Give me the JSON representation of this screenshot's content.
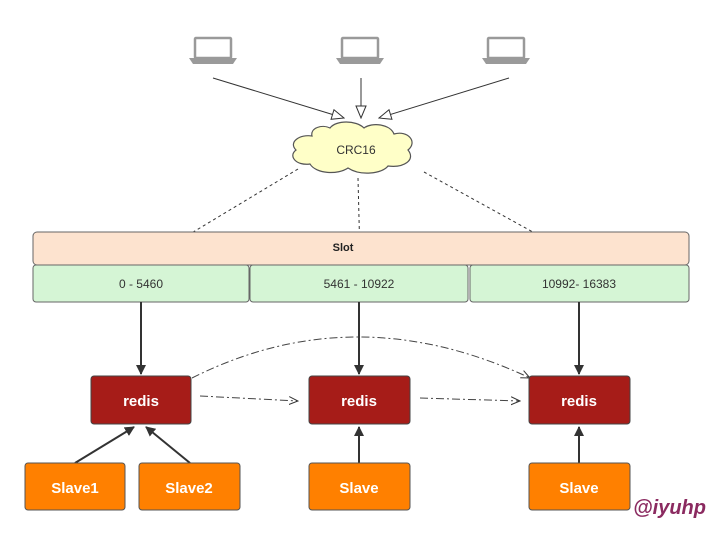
{
  "clients": [
    {
      "icon": "laptop-icon"
    },
    {
      "icon": "laptop-icon"
    },
    {
      "icon": "laptop-icon"
    }
  ],
  "hash": {
    "label": "CRC16"
  },
  "slot_bar": {
    "label": "Slot"
  },
  "slot_ranges": [
    {
      "label": "0 - 5460"
    },
    {
      "label": "5461 - 10922"
    },
    {
      "label": "10992- 16383"
    }
  ],
  "masters": [
    {
      "label": "redis"
    },
    {
      "label": "redis"
    },
    {
      "label": "redis"
    }
  ],
  "slaves": [
    {
      "label": "Slave1"
    },
    {
      "label": "Slave2"
    },
    {
      "label": "Slave"
    },
    {
      "label": "Slave"
    }
  ],
  "watermark": {
    "text": "@iyuhp"
  },
  "colors": {
    "slot_bar_fill": "#fde3cf",
    "slot_range_fill": "#d5f5d5",
    "master_fill": "#a61c18",
    "slave_fill": "#ff8000",
    "cloud_fill": "#ffffc8",
    "laptop_gray": "#999999",
    "watermark": "#8b2a60"
  }
}
